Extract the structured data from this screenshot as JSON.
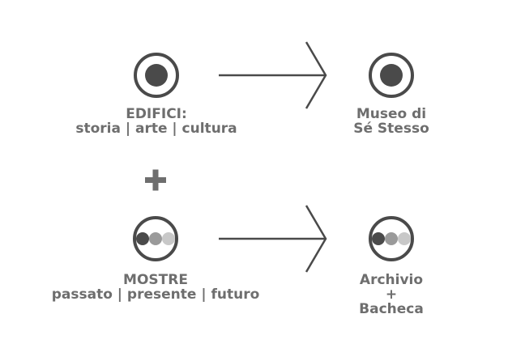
{
  "colors": {
    "text": "#6e6e6e",
    "stroke": "#4a4a4a",
    "fill_dark": "#4a4a4a",
    "fill_mid": "#9a9a9a",
    "fill_light": "#c8c8c8",
    "plus": "#6e6e6e"
  },
  "nodes": {
    "edifici": {
      "icon": "single-dot-circle-icon",
      "line1": "EDIFICI:",
      "line2": "storia | arte | cultura"
    },
    "museo": {
      "icon": "single-dot-circle-icon",
      "line1": "Museo di",
      "line2": "Sé Stesso"
    },
    "mostre": {
      "icon": "three-dots-circle-icon",
      "line1": "MOSTRE",
      "line2": "passato | presente | futuro"
    },
    "archivio": {
      "icon": "three-dots-circle-icon",
      "line1": "Archivio",
      "line2": "+",
      "line3": "Bacheca"
    }
  },
  "connectors": {
    "plus": "+",
    "arrow_top": "arrow-right-icon",
    "arrow_bottom": "arrow-right-icon"
  }
}
